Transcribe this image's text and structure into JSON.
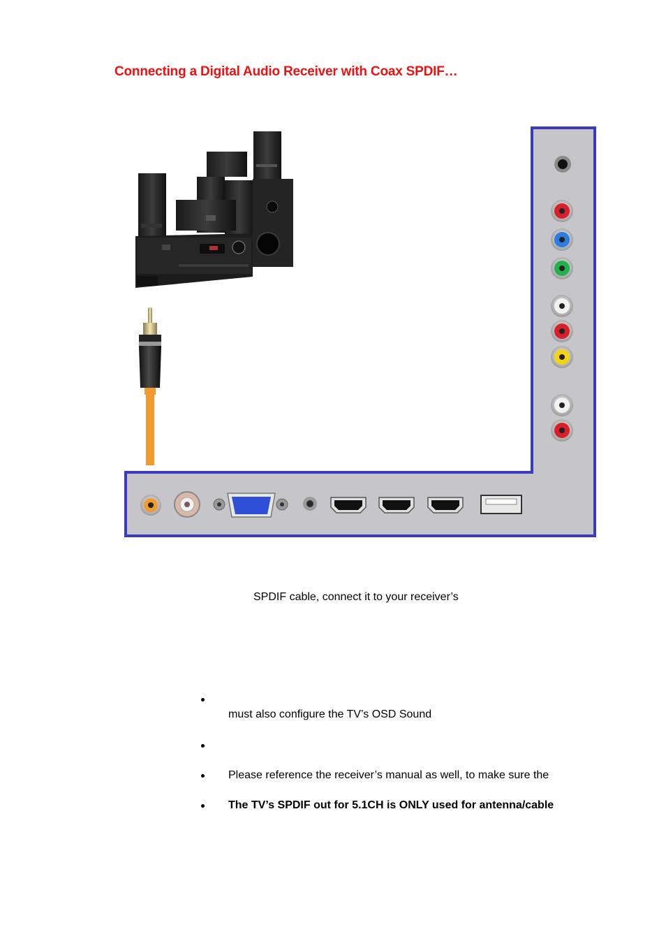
{
  "title": "Connecting a Digital Audio Receiver with Coax SPDIF…",
  "paragraph": "SPDIF cable, connect it to your receiver’s",
  "bullets": [
    {
      "line1": "",
      "line2": "must also configure the TV’s OSD Sound"
    },
    {
      "line1": ""
    },
    {
      "line1": "Please reference the receiver’s manual as well, to make sure the"
    },
    {
      "line1": "The TV’s SPDIF out for 5.1CH is ONLY used for antenna/cable"
    }
  ],
  "colors": {
    "title": "#ee1111",
    "panel_fill": "#c6c6ca",
    "panel_border": "#3b3bbf",
    "cable": "#f29a2e"
  },
  "icons": {
    "receiver": "home-theater-receiver-icon",
    "rca_plug": "rca-coax-plug-icon"
  }
}
